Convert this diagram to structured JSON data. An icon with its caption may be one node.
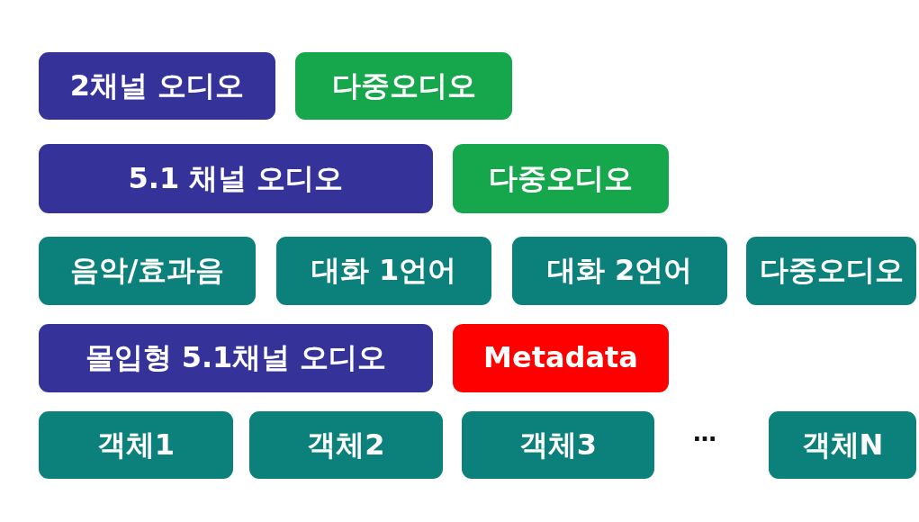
{
  "diagram": {
    "nodes": [
      {
        "text": [
          "2채널 오디오"
        ]
      },
      {
        "text": [
          "다중오디오"
        ]
      },
      {
        "text": [
          "5.1 채널 오디오"
        ]
      },
      {
        "text": [
          "다중오디오"
        ]
      },
      {
        "text": [
          "음악/효과음"
        ]
      },
      {
        "text": [
          "대화 1언어"
        ]
      },
      {
        "text": [
          "대화 2언어"
        ]
      },
      {
        "text": [
          "다중오디오"
        ]
      },
      {
        "text": [
          "몰입형 5.1채널 오디오"
        ]
      },
      {
        "text": [
          "Metadata"
        ]
      },
      {
        "text": [
          "객체1"
        ]
      },
      {
        "text": [
          "객체2"
        ]
      },
      {
        "text": [
          "객체3"
        ]
      },
      {
        "text": [
          "객체N"
        ]
      }
    ],
    "labels": [
      "…"
    ]
  }
}
